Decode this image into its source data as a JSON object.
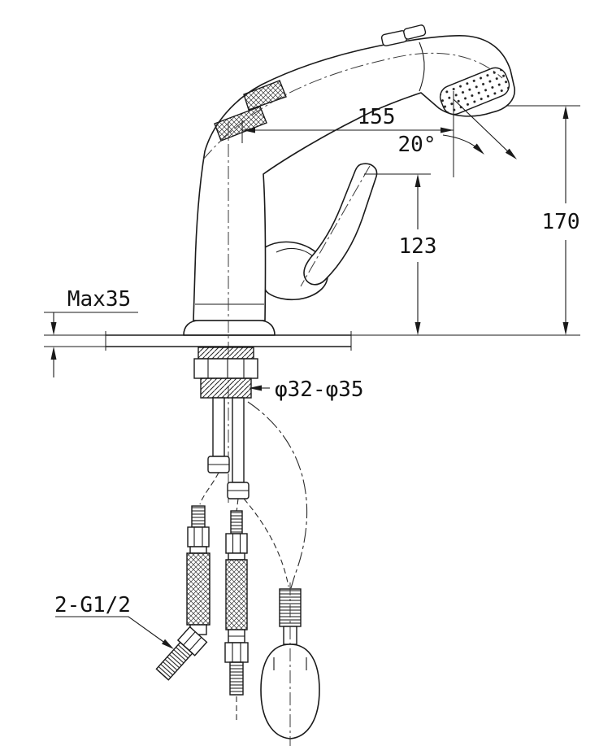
{
  "labels": {
    "dim_spout_reach": "155",
    "dim_spray_angle": "20°",
    "dim_total_height": "170",
    "dim_spout_height": "123",
    "dim_max_deck": "Max35",
    "dim_hole": "φ32-φ35",
    "dim_thread": "2-G1/2"
  },
  "colors": {
    "line": "#1a1a1a",
    "background": "#ffffff"
  }
}
